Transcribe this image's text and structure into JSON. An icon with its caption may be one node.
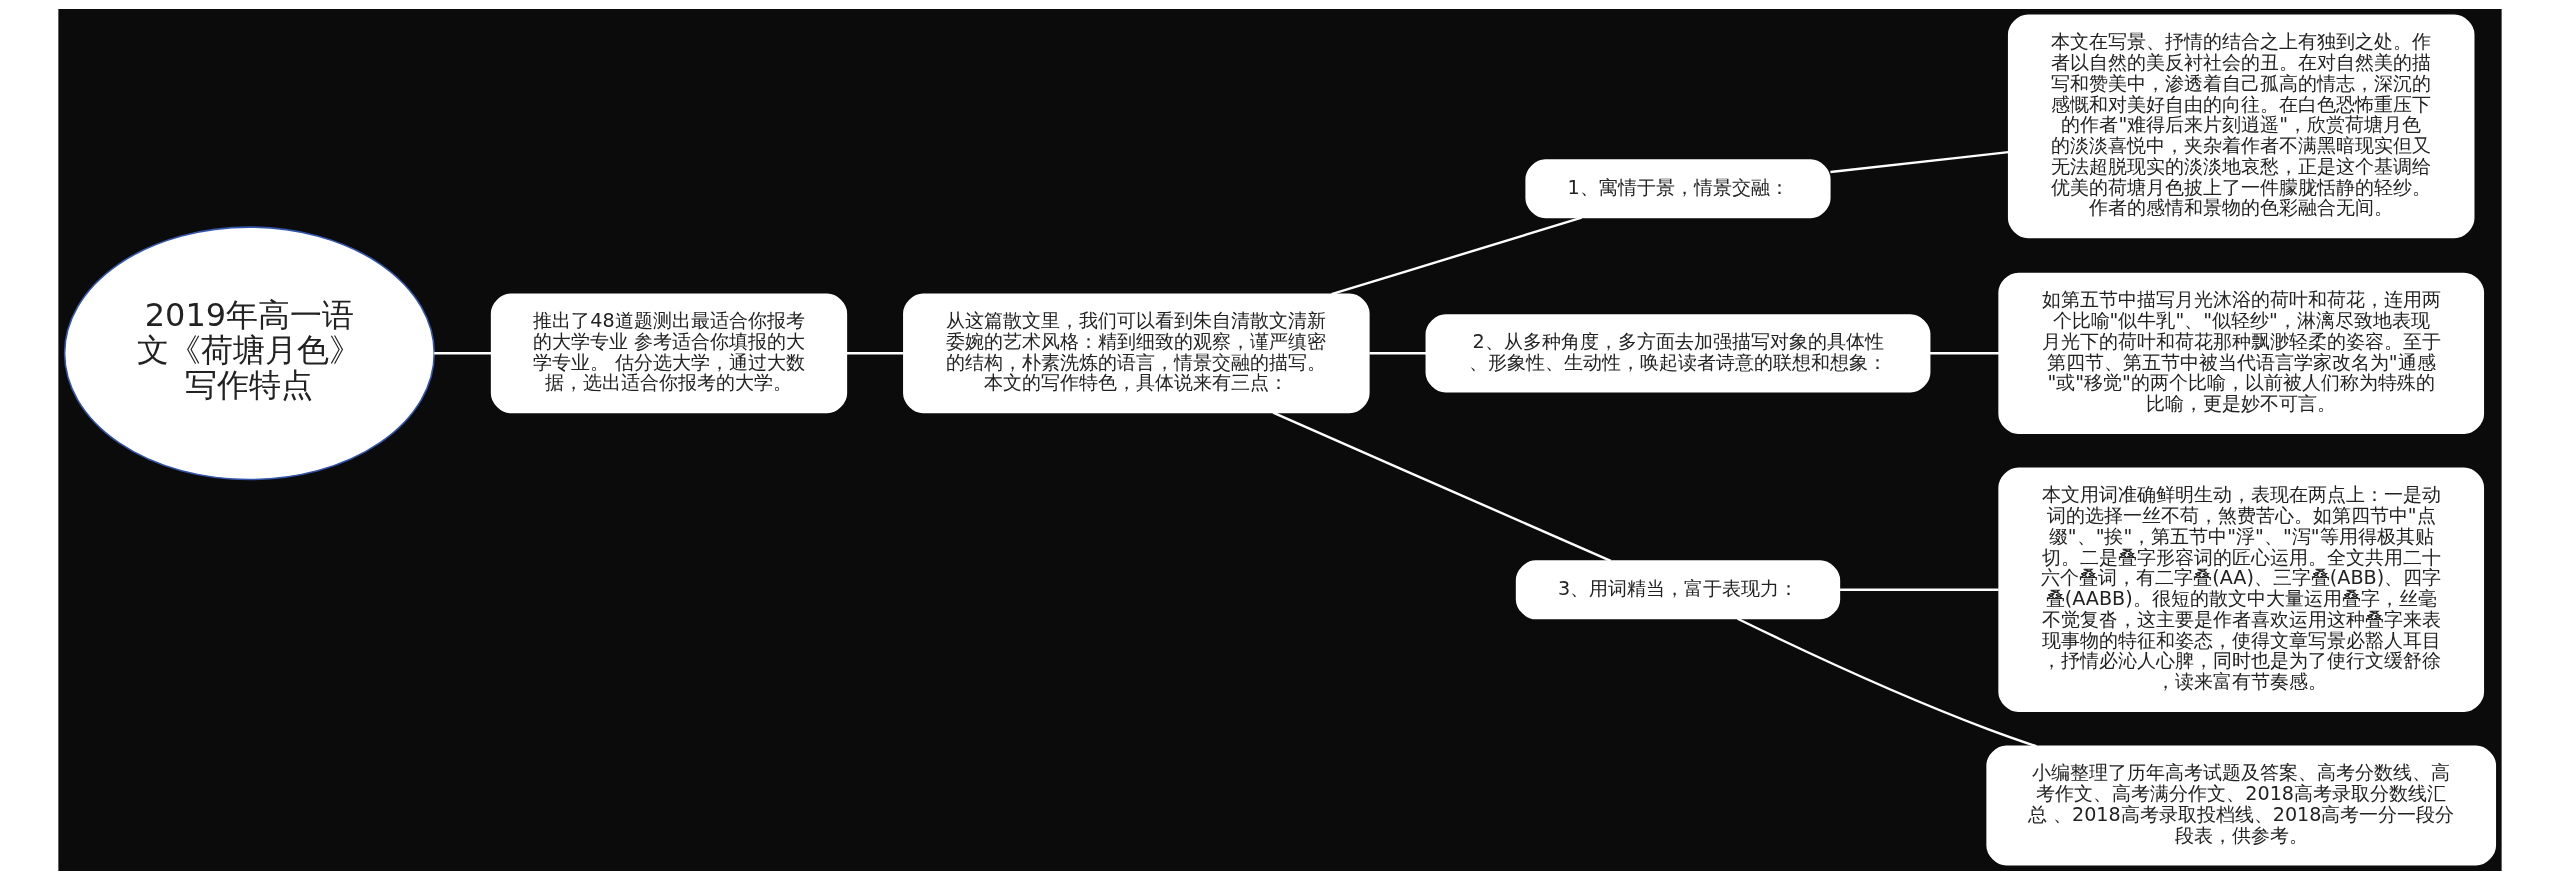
{
  "diagram": {
    "nodes": [
      {
        "text": [
          "2019年高一语文《荷塘月色》写作特点"
        ]
      },
      {
        "text": [
          "推出了48道题测出最适合你报考的大学专业 参考适合你填报的大学专业。 估分选大学，通过大数据，选出适合你报考的大学。"
        ]
      },
      {
        "text": [
          "从这篇散文里，我们可以看到朱自清散文清新委婉的艺术风格：精到细致的观察，谨严缜密的结构，朴素洗炼的语言，情景交融的描写。本文的写作特色，具体说来有三点："
        ]
      },
      {
        "text": [
          "1、寓情于景，情景交融："
        ]
      },
      {
        "text": [
          "本文在写景、抒情的结合之上有独到之处。作者以自然的美反衬社会的丑。在对自然美的描写和赞美中，渗透着自己孤高的情志，深沉的感慨和对美好自由的向往。在白色恐怖重压下的作者\"难得后来片刻逍遥\"，欣赏荷塘月色的淡淡喜悦中，夹杂着作者不满黑暗现实但又无法超脱现实的淡淡地哀愁，正是这个基调给优美的荷塘月色披上了一件朦胧恬静的轻纱。作者的感情和景物的色彩融合无间。"
        ]
      },
      {
        "text": [
          "2、从多种角度，多方面去加强描写对象的具体性、形象性、生动性，唤起读者诗意的联想和想象："
        ]
      },
      {
        "text": [
          "如第五节中描写月光沐浴的荷叶和荷花，连用两个比喻\"似牛乳\"、\"似轻纱\"，淋漓尽致地表现月光下的荷叶和荷花那种飘渺轻柔的姿容。至于第四节、第五节中被当代语言学家改名为\"通感\"或\"移觉\"的两个比喻，以前被人们称为特殊的比喻，更是妙不可言。"
        ]
      },
      {
        "text": [
          "3、用词精当，富于表现力："
        ]
      },
      {
        "text": [
          "本文用词准确鲜明生动，表现在两点上：一是动词的选择一丝不苟，煞费苦心。如第四节中\"点缀\"、\"挨\"，第五节中\"浮\"、\"泻\"等用得极其贴切。二是叠字形容词的匠心运用。全文共用二十六个叠词，有二字叠(AA)、三字叠(ABB)、四字叠(AABB)。很短的散文中大量运用叠字，丝毫不觉复沓，这主要是作者喜欢运用这种叠字来表现事物的特征和姿态，使得文章写景必豁人耳目，抒情必沁人心脾，同时也是为了使行文缓舒徐，读来富有节奏感。"
        ]
      },
      {
        "text": [
          "小编整理了历年高考试题及答案、高考分数线、高考作文、高考满分作文、2018高考录取分数线汇总 、2018高考录取投档线、2018高考一分一段分段表，供参考。"
        ]
      }
    ],
    "edges": [
      {
        "from": 0,
        "to": 1,
        "arrow": "none"
      },
      {
        "from": 1,
        "to": 2,
        "arrow": "none"
      },
      {
        "from": 2,
        "to": 3,
        "arrow": "none"
      },
      {
        "from": 3,
        "to": 4,
        "arrow": "none"
      },
      {
        "from": 2,
        "to": 5,
        "arrow": "none"
      },
      {
        "from": 5,
        "to": 6,
        "arrow": "none"
      },
      {
        "from": 2,
        "to": 7,
        "arrow": "none"
      },
      {
        "from": 7,
        "to": 8,
        "arrow": "none"
      },
      {
        "from": 7,
        "to": 9,
        "arrow": "none"
      }
    ]
  }
}
